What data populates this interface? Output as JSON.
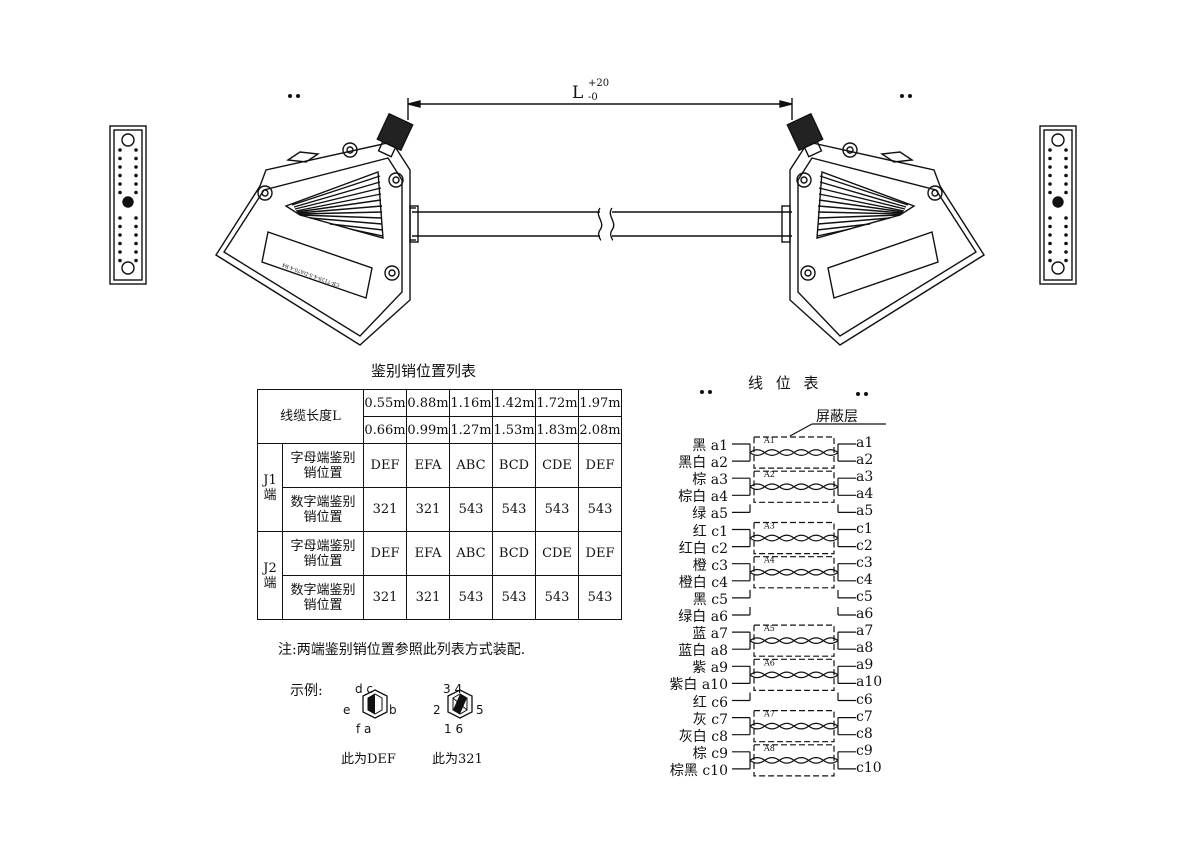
{
  "dimension": {
    "label": "L",
    "tol_upper": "+20",
    "tol_lower": "-0"
  },
  "connector_label": "CB-7129-4-5-DA70-4-B4",
  "table": {
    "title": "鉴别销位置列表",
    "cable_length_label": "线缆长度L",
    "lengths_row1": [
      "0.55m",
      "0.88m",
      "1.16m",
      "1.42m",
      "1.72m",
      "1.97m"
    ],
    "lengths_row2": [
      "0.66m",
      "0.99m",
      "1.27m",
      "1.53m",
      "1.83m",
      "2.08m"
    ],
    "groups": [
      {
        "label": "J1端",
        "rows": [
          {
            "label": "字母端鉴别销位置",
            "values": [
              "DEF",
              "EFA",
              "ABC",
              "BCD",
              "CDE",
              "DEF"
            ]
          },
          {
            "label": "数字端鉴别销位置",
            "values": [
              "321",
              "321",
              "543",
              "543",
              "543",
              "543"
            ]
          }
        ]
      },
      {
        "label": "J2端",
        "rows": [
          {
            "label": "字母端鉴别销位置",
            "values": [
              "DEF",
              "EFA",
              "ABC",
              "BCD",
              "CDE",
              "DEF"
            ]
          },
          {
            "label": "数字端鉴别销位置",
            "values": [
              "321",
              "321",
              "543",
              "543",
              "543",
              "543"
            ]
          }
        ]
      }
    ],
    "note": "注:两端鉴别销位置参照此列表方式装配."
  },
  "example": {
    "label": "示例:",
    "letter_key": {
      "top": "d c",
      "left": "e",
      "right": "b",
      "bottom": "f a",
      "caption": "此为DEF"
    },
    "number_key": {
      "top": "3 4",
      "left": "2",
      "right": "5",
      "bottom": "1 6",
      "caption": "此为321"
    }
  },
  "wire_table": {
    "title": "线 位 表",
    "shield_label": "屏蔽层",
    "rows": [
      {
        "left": "黑 a1",
        "right": "a1"
      },
      {
        "left": "黑白 a2",
        "right": "a2"
      },
      {
        "left": "棕 a3",
        "right": "a3"
      },
      {
        "left": "棕白 a4",
        "right": "a4"
      },
      {
        "left": "绿 a5",
        "right": "a5"
      },
      {
        "left": "红 c1",
        "right": "c1"
      },
      {
        "left": "红白 c2",
        "right": "c2"
      },
      {
        "left": "橙 c3",
        "right": "c3"
      },
      {
        "left": "橙白 c4",
        "right": "c4"
      },
      {
        "left": "黑 c5",
        "right": "c5"
      },
      {
        "left": "绿白 a6",
        "right": "a6"
      },
      {
        "left": "蓝 a7",
        "right": "a7"
      },
      {
        "left": "蓝白 a8",
        "right": "a8"
      },
      {
        "left": "紫 a9",
        "right": "a9"
      },
      {
        "left": "紫白 a10",
        "right": "a10"
      },
      {
        "left": "红 c6",
        "right": "c6"
      },
      {
        "left": "灰 c7",
        "right": "c7"
      },
      {
        "left": "灰白 c8",
        "right": "c8"
      },
      {
        "left": "棕 c9",
        "right": "c9"
      },
      {
        "left": "棕黑 c10",
        "right": "c10"
      }
    ],
    "pairs": [
      {
        "label": "A1",
        "rows": [
          0,
          1
        ]
      },
      {
        "label": "A2",
        "rows": [
          2,
          3
        ]
      },
      {
        "label": "A3",
        "rows": [
          5,
          6
        ]
      },
      {
        "label": "A4",
        "rows": [
          7,
          8
        ]
      },
      {
        "label": "A5",
        "rows": [
          11,
          12
        ]
      },
      {
        "label": "A6",
        "rows": [
          13,
          14
        ]
      },
      {
        "label": "A7",
        "rows": [
          16,
          17
        ]
      },
      {
        "label": "A8",
        "rows": [
          18,
          19
        ]
      }
    ]
  }
}
